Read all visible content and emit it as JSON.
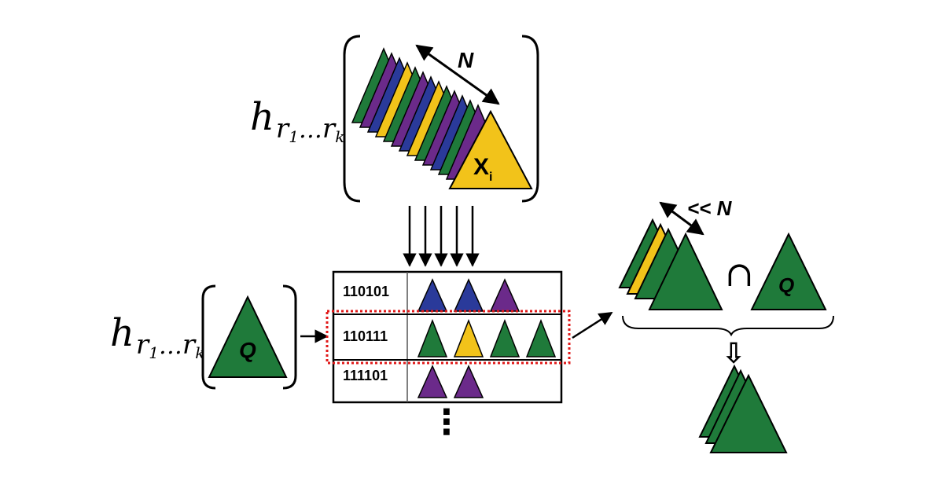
{
  "hash_function": {
    "top": {
      "h": "h",
      "r_first": "r",
      "sub_first": "1",
      "dots": "…",
      "r_last": "r",
      "sub_last": "k"
    },
    "bottom": {
      "h": "h",
      "r_first": "r",
      "sub_first": "1",
      "dots": "…",
      "r_last": "r",
      "sub_last": "k"
    }
  },
  "database": {
    "count_label": "N",
    "item_label": "X",
    "item_subscript": "i",
    "stack_colors": [
      "#1f7a3a",
      "#6b2a8a",
      "#2a3a9a",
      "#f2c31a",
      "#1f7a3a",
      "#6b2a8a",
      "#2a3a9a",
      "#f2c31a",
      "#1f7a3a",
      "#6b2a8a",
      "#2a3a9a",
      "#1f7a3a",
      "#6b2a8a"
    ]
  },
  "query": {
    "label": "Q"
  },
  "hash_table": {
    "buckets": [
      {
        "code": "110101",
        "items": [
          "#2a3a9a",
          "#2a3a9a",
          "#6b2a8a"
        ]
      },
      {
        "code": "110111",
        "items": [
          "#1f7a3a",
          "#f2c31a",
          "#1f7a3a",
          "#1f7a3a"
        ],
        "highlighted": true
      },
      {
        "code": "111101",
        "items": [
          "#6b2a8a",
          "#6b2a8a"
        ]
      }
    ],
    "continuation": "⋮"
  },
  "candidates": {
    "count_label": "<< N",
    "intersection_symbol": "∩",
    "query_label": "Q",
    "result_arrow": "⇩"
  },
  "colors": {
    "green": "#1f7a3a",
    "purple": "#6b2a8a",
    "blue": "#2a3a9a",
    "yellow": "#f2c31a",
    "highlight": "#e01818"
  }
}
